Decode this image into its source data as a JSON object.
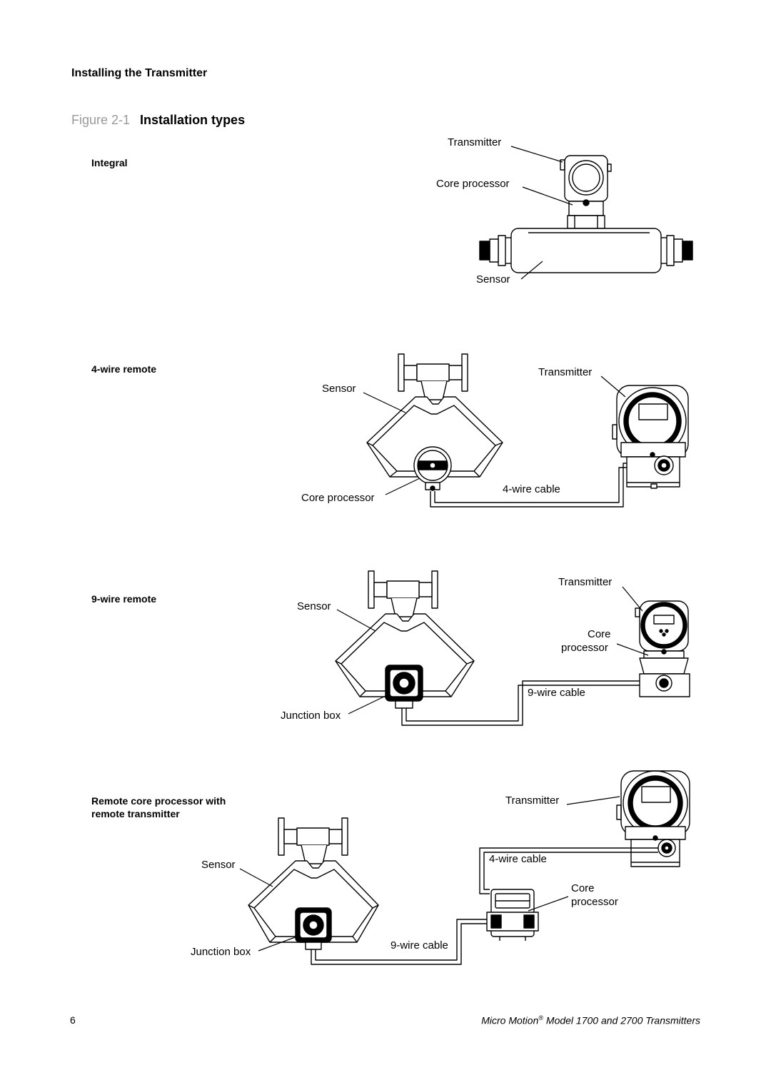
{
  "header": {
    "section_title": "Installing the Transmitter"
  },
  "figure": {
    "number": "Figure 2-1",
    "title": "Installation types"
  },
  "panels": {
    "integral": {
      "heading": "Integral",
      "transmitter": "Transmitter",
      "core_processor": "Core processor",
      "sensor": "Sensor"
    },
    "four_wire": {
      "heading": "4-wire remote",
      "sensor": "Sensor",
      "transmitter": "Transmitter",
      "core_processor": "Core processor",
      "cable": "4-wire cable"
    },
    "nine_wire": {
      "heading": "9-wire remote",
      "sensor": "Sensor",
      "transmitter": "Transmitter",
      "core_line1": "Core",
      "core_line2": "processor",
      "cable": "9-wire cable",
      "junction_box": "Junction box"
    },
    "remote_core": {
      "heading_line1": "Remote core processor with",
      "heading_line2": "remote transmitter",
      "transmitter": "Transmitter",
      "cable4": "4-wire cable",
      "core_line1": "Core",
      "core_line2": "processor",
      "sensor": "Sensor",
      "junction_box": "Junction box",
      "cable9": "9-wire cable"
    }
  },
  "footer": {
    "page_number": "6",
    "brand": "Micro Motion",
    "registered": "®",
    "title_rest": " Model 1700 and 2700 Transmitters"
  }
}
